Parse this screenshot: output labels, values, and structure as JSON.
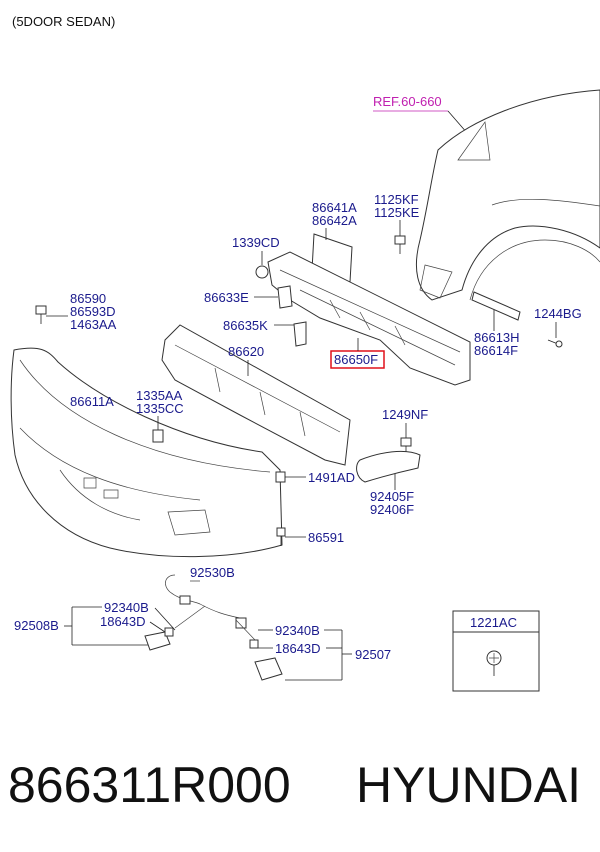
{
  "header": {
    "variant": "(5DOOR SEDAN)"
  },
  "reference": {
    "label": "REF.60-660",
    "color": "#c020b0"
  },
  "highlight": {
    "part": "86650F",
    "color": "#e0101a"
  },
  "labels": {
    "p86641A": "86641A",
    "p86642A": "86642A",
    "p1125KF": "1125KF",
    "p1125KE": "1125KE",
    "p1339CD": "1339CD",
    "p86633E": "86633E",
    "p86590": "86590",
    "p86593D": "86593D",
    "p1463AA": "1463AA",
    "p86635K": "86635K",
    "p86620": "86620",
    "p86650F": "86650F",
    "p1244BG": "1244BG",
    "p86613H": "86613H",
    "p86614F": "86614F",
    "p86611A": "86611A",
    "p1335AA": "1335AA",
    "p1335CC": "1335CC",
    "p1249NF": "1249NF",
    "p1491AD": "1491AD",
    "p92405F": "92405F",
    "p92406F": "92406F",
    "p86591": "86591",
    "p92530B": "92530B",
    "p92340B_left": "92340B",
    "p92508B": "92508B",
    "p18643D_left": "18643D",
    "p92340B_right": "92340B",
    "p18643D_right": "18643D",
    "p92507": "92507",
    "p1221AC": "1221AC"
  },
  "footer": {
    "part_number": "866311R000",
    "brand": "HYUNDAI"
  }
}
